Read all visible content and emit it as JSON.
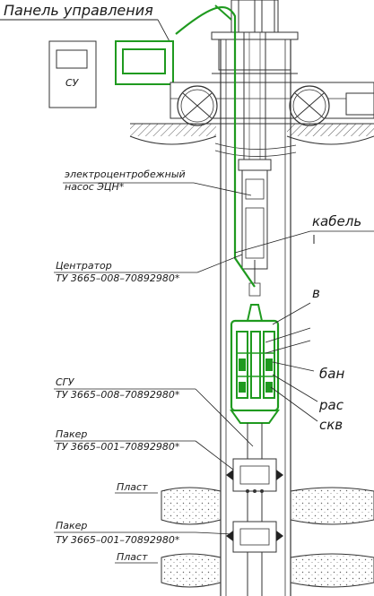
{
  "diagram": {
    "title": "Панель управления",
    "labels": {
      "su": "СУ",
      "pump_line1": "электроцентробежный",
      "pump_line2": "насос ЭЦН*",
      "centrator_line1": "Центратор",
      "centrator_line2": "ТУ 3665–008–70892980*",
      "sgu_line1": "СГУ",
      "sgu_line2": "ТУ 3665–008–70892980*",
      "packer1_line1": "Пакер",
      "packer1_line2": "ТУ 3665–001–70892980*",
      "packer2_line1": "Пакер",
      "packer2_line2": "ТУ 3665–001–70892980*",
      "plast1": "Пласт",
      "plast2": "Пласт",
      "cable": "кабель",
      "right_b": "в",
      "right_ban": "бан",
      "right_ras": "рас",
      "right_skv": "скв"
    },
    "colors": {
      "line": "#2a2a2a",
      "green": "#1f9a1f",
      "formation_fill": "#e9e9e9",
      "ground_hatch": "#555555"
    }
  }
}
